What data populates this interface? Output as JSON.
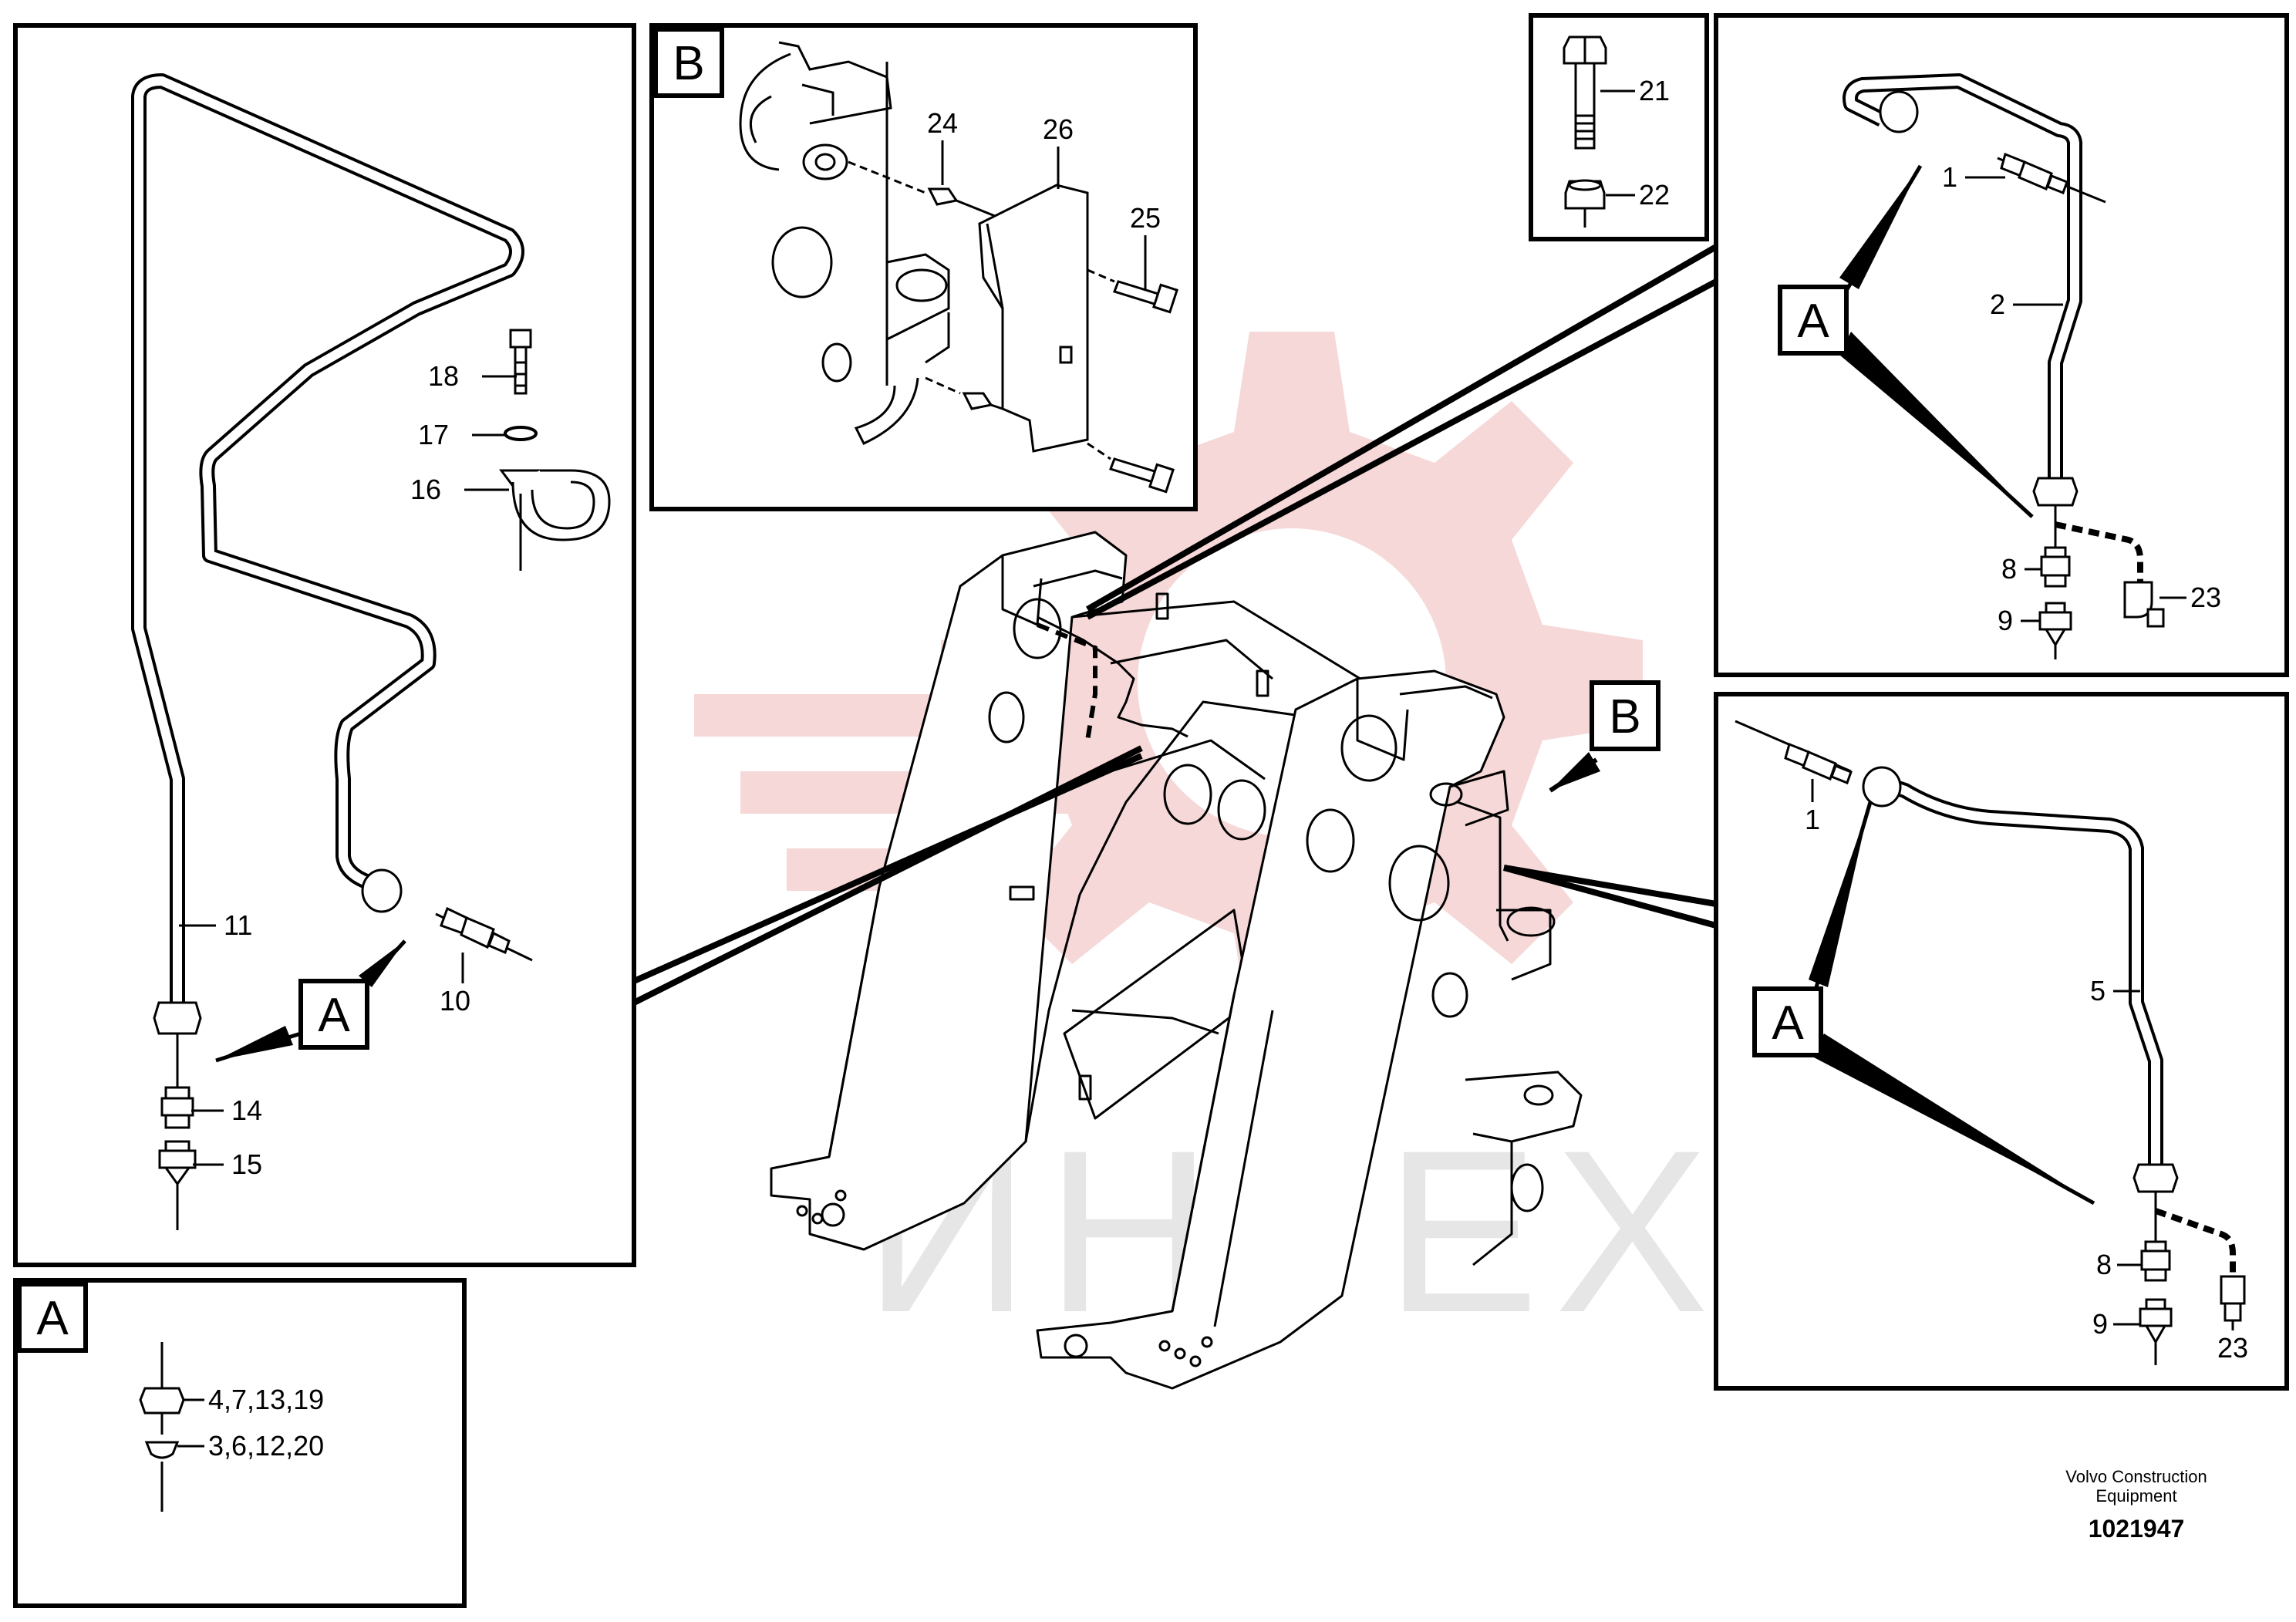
{
  "watermark": {
    "text": "ИНТЕХ",
    "gear_color": "#f6d8d8",
    "text_color": "#e6e6e6"
  },
  "panels": {
    "main_a": {
      "letter": "A",
      "callouts": {
        "c11": "11",
        "c10": "10",
        "c14": "14",
        "c15": "15",
        "c16": "16",
        "c17": "17",
        "c18": "18"
      }
    },
    "detail_b": {
      "letter": "B",
      "callouts": {
        "c24": "24",
        "c26": "26",
        "c25": "25"
      }
    },
    "bolt": {
      "callouts": {
        "c21": "21",
        "c22": "22"
      }
    },
    "upper_right": {
      "letter": "A",
      "callouts": {
        "c1": "1",
        "c2": "2",
        "c8": "8",
        "c9": "9",
        "c23": "23"
      }
    },
    "lower_right": {
      "letter": "A",
      "callouts": {
        "c1": "1",
        "c5": "5",
        "c8": "8",
        "c9": "9",
        "c23": "23"
      }
    },
    "detail_a": {
      "letter": "A",
      "callouts": {
        "top": "4,7,13,19",
        "bottom": "3,6,12,20"
      }
    },
    "frame": {
      "letter_b": "B"
    }
  },
  "footer": {
    "company_line1": "Volvo Construction",
    "company_line2": "Equipment",
    "number": "1021947"
  }
}
